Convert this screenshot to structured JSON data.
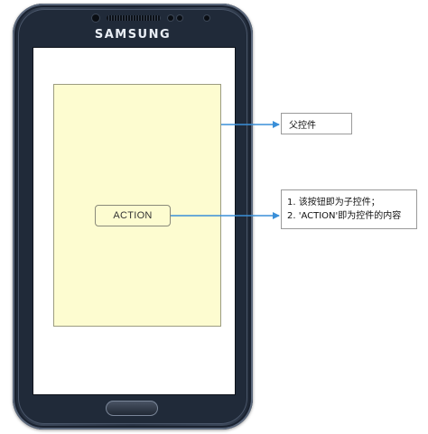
{
  "phone": {
    "brand": "SAMSUNG"
  },
  "child_control": {
    "label": "ACTION"
  },
  "callouts": {
    "parent_label": "父控件",
    "notes": [
      "1. 该按钮即为子控件；",
      "2. 'ACTION'即为控件的内容"
    ]
  },
  "colors": {
    "parent_fill": "#fdfcd0",
    "arrow": "#3a8fd8",
    "phone_body": "#2a3445"
  }
}
